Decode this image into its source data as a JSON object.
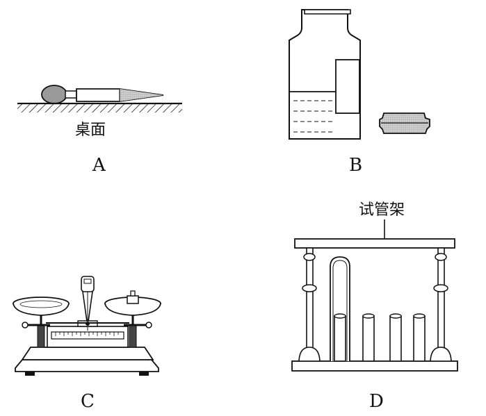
{
  "panels": {
    "a": {
      "letter": "A",
      "caption": "桌面"
    },
    "b": {
      "letter": "B"
    },
    "c": {
      "letter": "C"
    },
    "d": {
      "letter": "D",
      "caption": "试管架"
    }
  },
  "colors": {
    "ink": "#111111",
    "shade": "#bdbdbd",
    "dark": "#555555"
  }
}
